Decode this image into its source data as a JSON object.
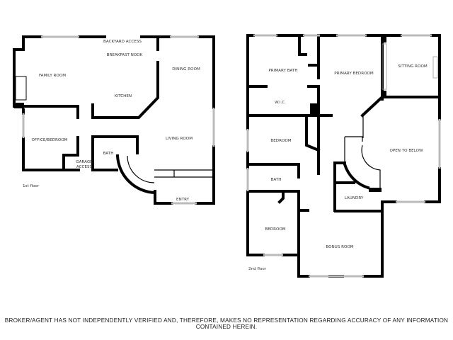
{
  "floors": [
    {
      "label": "1st floor",
      "rooms": {
        "backyard_access": "BACKYARD ACCESS",
        "breakfast_nook": "BREAKFAST NOOK",
        "family_room": "FAMILY ROOM",
        "dining_room": "DINING ROOM",
        "kitchen": "KITCHEN",
        "office_bedroom": "OFFICE/BEDROOM",
        "living_room": "LIVING ROOM",
        "bath": "BATH",
        "garage_access_1": "GARAGE",
        "garage_access_2": "ACCESS",
        "entry": "ENTRY"
      }
    },
    {
      "label": "2nd floor",
      "rooms": {
        "primary_bath": "PRIMARY BATH",
        "primary_bedroom": "PRIMARY BEDROOM",
        "sitting_room": "SITTING ROOM",
        "wic": "W.I.C.",
        "bedroom_1": "BEDROOM",
        "open_to_below": "OPEN TO BELOW",
        "bath": "BATH",
        "laundry": "LAUNDRY",
        "bedroom_2": "BEDROOM",
        "bonus_room": "BONUS ROOM"
      }
    }
  ],
  "disclaimer": "BROKER/AGENT HAS NOT INDEPENDENTLY VERIFIED AND, THEREFORE, MAKES NO REPRESENTATION REGARDING ACCURACY OF ANY INFORMATION CONTAINED HEREIN."
}
